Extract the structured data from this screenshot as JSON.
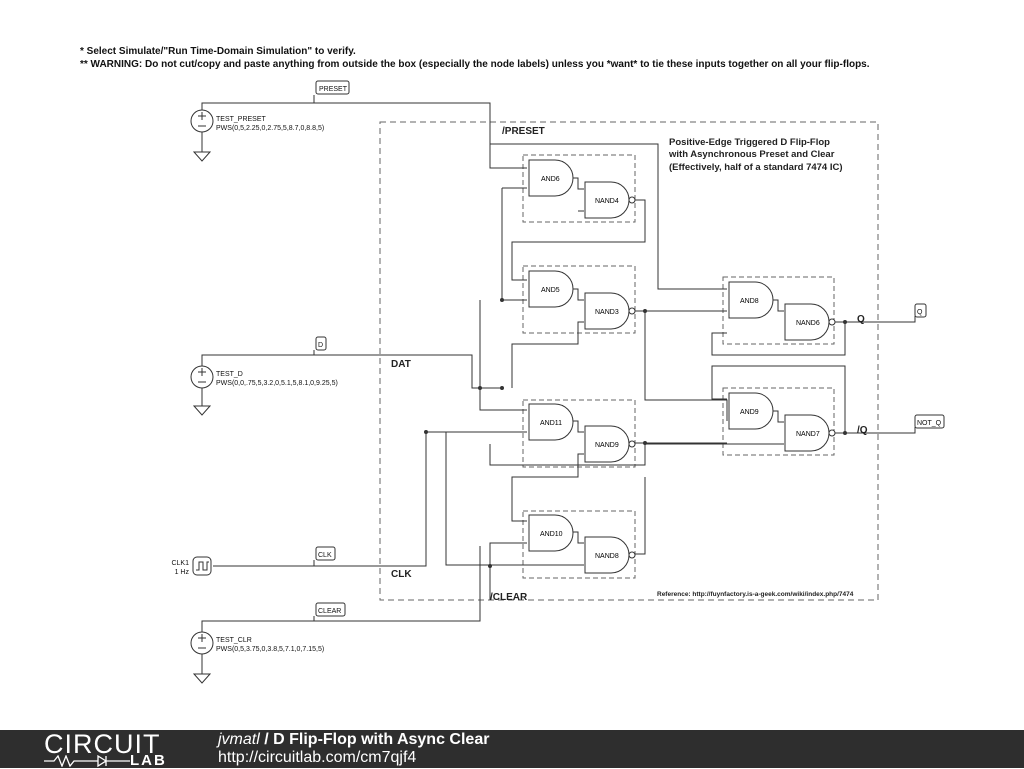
{
  "notes": {
    "line1": "* Select Simulate/\"Run Time-Domain Simulation\" to verify.",
    "line2": "** WARNING: Do not cut/copy and paste anything from outside the box (especially the node labels) unless you *want* to tie these inputs together on all your flip-flops."
  },
  "box_title": {
    "line1": "Positive-Edge Triggered D Flip-Flop",
    "line2": "with Asynchronous Preset and Clear",
    "line3": "(Effectively, half of a standard 7474 IC)"
  },
  "reference": "Reference: http://fuynfactory.is-a-geek.com/wiki/index.php/7474",
  "sources": {
    "preset": {
      "name": "TEST_PRESET",
      "value": "PWS(0,5,2.25,0,2.75,5,8.7,0,8.8,5)"
    },
    "d": {
      "name": "TEST_D",
      "value": "PWS(0,0,.75,5,3.2,0,5.1,5,8.1,0,9.25,5)"
    },
    "clk": {
      "name": "CLK1",
      "value": "1 Hz"
    },
    "clr": {
      "name": "TEST_CLR",
      "value": "PWS(0,5,3.75,0,3.8,5,7.1,0,7.15,5)"
    }
  },
  "node_flags": {
    "preset": "PRESET",
    "d": "D",
    "clk": "CLK",
    "clear": "CLEAR",
    "q": "Q",
    "not_q": "NOT_Q"
  },
  "net_labels": {
    "preset": "/PRESET",
    "dat": "DAT",
    "clk": "CLK",
    "clear": "/CLEAR",
    "q": "Q",
    "not_q": "/Q"
  },
  "gates": {
    "and6": "AND6",
    "nand4": "NAND4",
    "and5": "AND5",
    "nand3": "NAND3",
    "and11": "AND11",
    "nand9": "NAND9",
    "and10": "AND10",
    "nand8": "NAND8",
    "and8": "AND8",
    "nand6": "NAND6",
    "and9": "AND9",
    "nand7": "NAND7"
  },
  "footer": {
    "logo_top": "CIRCUIT",
    "logo_bottom": "LAB",
    "user": "jvmatl",
    "separator": " / ",
    "title": "D Flip-Flop with Async Clear",
    "url": "http://circuitlab.com/cm7qjf4"
  }
}
